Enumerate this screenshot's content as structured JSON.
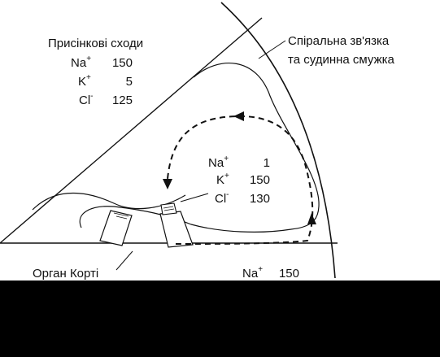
{
  "labels": {
    "scala_vestibuli": "Присінкові сходи",
    "stria_vascularis": [
      "Спіральна зв'язка",
      "та судинна смужка"
    ],
    "organ_of_corti": "Орган Корті"
  },
  "compartments": {
    "scala_vestibuli": [
      {
        "ion": "Na",
        "charge": "+",
        "value": "150"
      },
      {
        "ion": "K",
        "charge": "+",
        "value": "5"
      },
      {
        "ion": "Cl",
        "charge": "-",
        "value": "125"
      }
    ],
    "scala_media": [
      {
        "ion": "Na",
        "charge": "+",
        "value": "1"
      },
      {
        "ion": "K",
        "charge": "+",
        "value": "150"
      },
      {
        "ion": "Cl",
        "charge": "-",
        "value": "130"
      }
    ],
    "scala_tympani": [
      {
        "ion": "Na",
        "charge": "+",
        "value": "150"
      }
    ]
  },
  "colors": {
    "line": "#111111",
    "background": "#ffffff",
    "black_band": "#000000"
  }
}
